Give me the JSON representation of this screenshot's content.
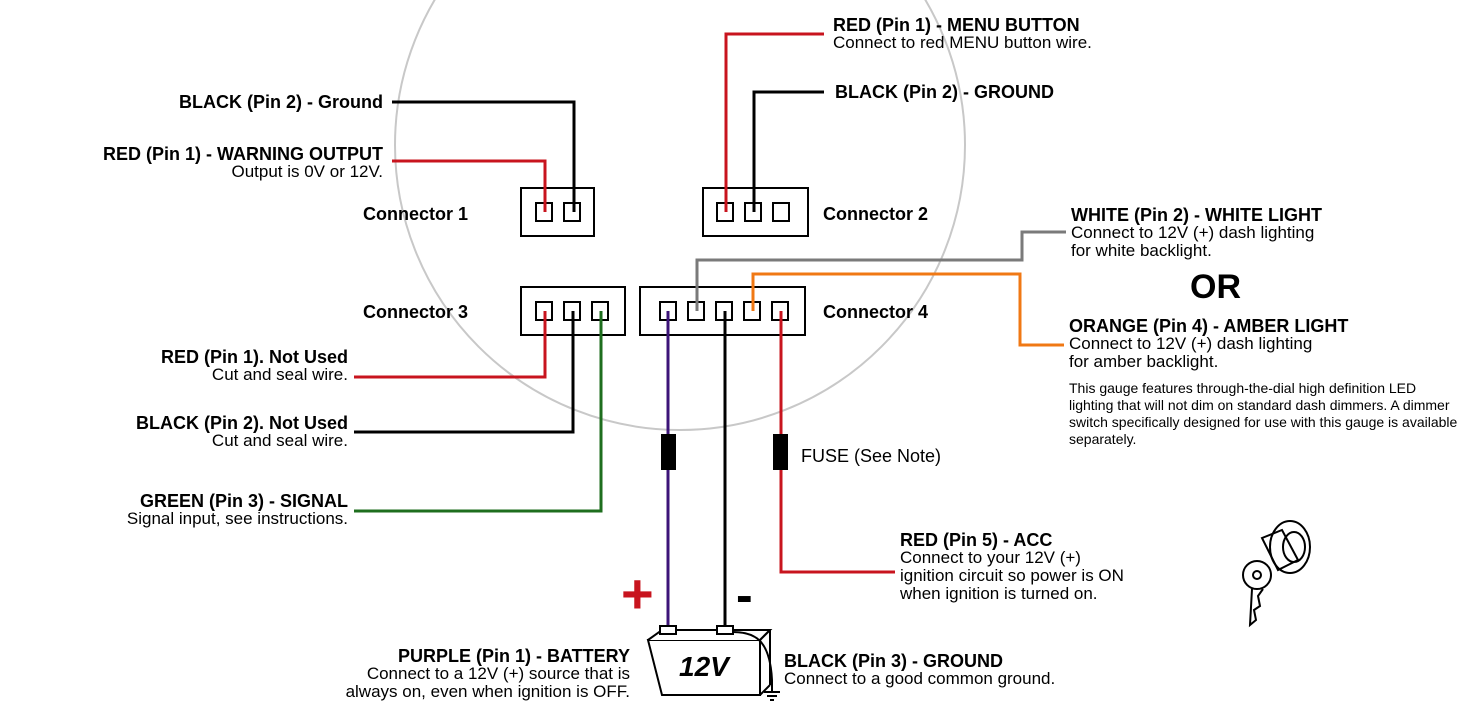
{
  "labels": {
    "black_ground_c1": {
      "title": "BLACK (Pin 2) - Ground"
    },
    "red_warning": {
      "title": "RED (Pin 1) - WARNING OUTPUT",
      "sub": "Output is 0V or 12V."
    },
    "red_menu": {
      "title": "RED (Pin 1) - MENU BUTTON",
      "sub": "Connect to red MENU button wire."
    },
    "black_ground_c2": {
      "title": "BLACK (Pin 2) - GROUND"
    },
    "white_light": {
      "title": "WHITE (Pin 2) - WHITE LIGHT",
      "sub1": "Connect to 12V (+) dash lighting",
      "sub2": "for white backlight."
    },
    "or_text": "OR",
    "orange_light": {
      "title": "ORANGE (Pin 4) - AMBER LIGHT",
      "sub1": "Connect to 12V (+) dash lighting",
      "sub2": "for amber backlight."
    },
    "note": "This gauge features through-the-dial high definition LED lighting that will not dim on standard dash dimmers.  A dimmer switch specifically designed for use with this gauge is available separately.",
    "red_not_used": {
      "title": "RED (Pin 1).  Not Used",
      "sub": "Cut and seal wire."
    },
    "black_not_used": {
      "title": "BLACK (Pin 2).  Not Used",
      "sub": "Cut and seal wire."
    },
    "green_signal": {
      "title": "GREEN (Pin 3) - SIGNAL",
      "sub": "Signal input, see instructions."
    },
    "fuse": "FUSE (See Note)",
    "red_acc": {
      "title": "RED (Pin 5) - ACC",
      "sub1": "Connect to your 12V (+)",
      "sub2": "ignition circuit so power is ON",
      "sub3": "when ignition is turned on."
    },
    "purple_battery": {
      "title": "PURPLE (Pin 1) - BATTERY",
      "sub1": "Connect to a 12V (+) source that is",
      "sub2": "always on, even when ignition is OFF."
    },
    "black_ground_c4": {
      "title": "BLACK (Pin 3) - GROUND",
      "sub": "Connect to a good common ground."
    }
  },
  "connectors": {
    "c1": "Connector 1",
    "c2": "Connector 2",
    "c3": "Connector 3",
    "c4": "Connector 4"
  },
  "battery": {
    "label": "12V",
    "plus": "+",
    "minus": "-"
  },
  "colors": {
    "red": "#c8141e",
    "black": "#000000",
    "green": "#1e6e1e",
    "purple": "#3c1478",
    "orange": "#f07814",
    "white_wire": "#7a7a7a",
    "gauge_circle": "#c8c8c8"
  },
  "icons": [
    "ignition-key-icon",
    "ground-symbol-icon",
    "battery-icon",
    "fuse-icon"
  ]
}
